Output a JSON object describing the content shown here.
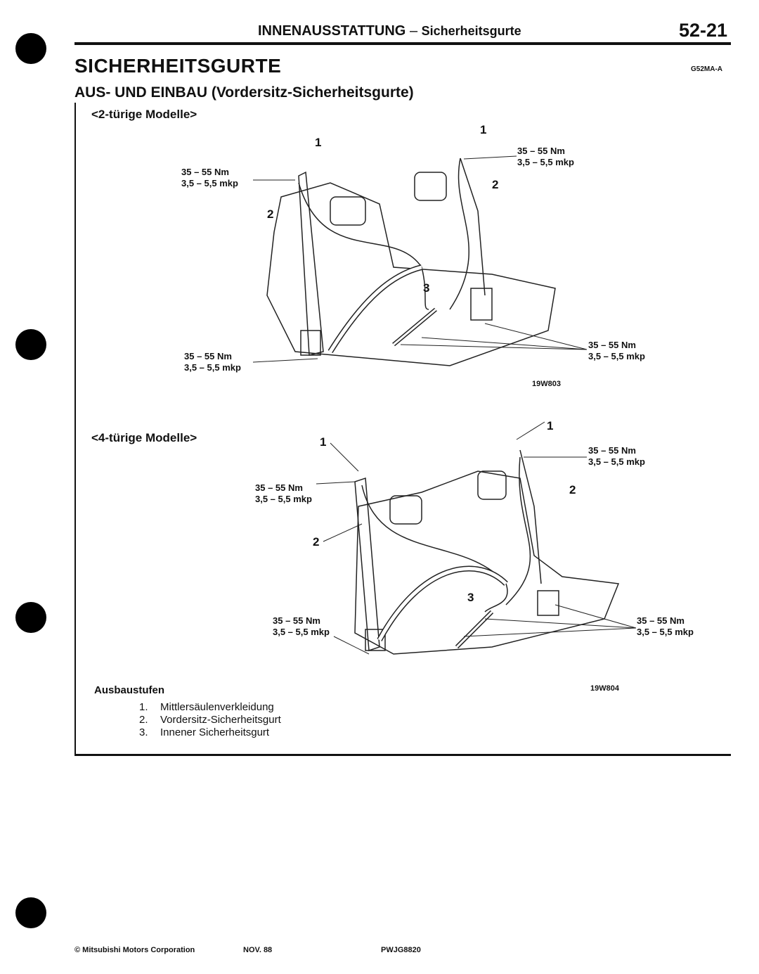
{
  "header": {
    "section": "INNENAUSSTATTUNG",
    "dash": "–",
    "subsection": "Sicherheitsgurte",
    "page_number": "52-21"
  },
  "title": "SICHERHEITSGURTE",
  "code": "G52MA-A",
  "subtitle": "AUS- UND EINBAU (Vordersitz-Sicherheitsgurte)",
  "figures": [
    {
      "label": "<2-türige Modelle>",
      "figure_id": "19W803",
      "callouts": [
        "1",
        "1",
        "2",
        "2",
        "3"
      ],
      "torque": [
        {
          "nm": "35 – 55 Nm",
          "mkp": "3,5 – 5,5 mkp"
        },
        {
          "nm": "35 – 55 Nm",
          "mkp": "3,5 – 5,5 mkp"
        },
        {
          "nm": "35 – 55 Nm",
          "mkp": "3,5 – 5,5 mkp"
        },
        {
          "nm": "35 – 55 Nm",
          "mkp": "3,5 – 5,5 mkp"
        }
      ]
    },
    {
      "label": "<4-türige Modelle>",
      "figure_id": "19W804",
      "callouts": [
        "1",
        "1",
        "2",
        "2",
        "3"
      ],
      "torque": [
        {
          "nm": "35 – 55 Nm",
          "mkp": "3,5 – 5,5 mkp"
        },
        {
          "nm": "35 – 55 Nm",
          "mkp": "3,5 – 5,5 mkp"
        },
        {
          "nm": "35 – 55 Nm",
          "mkp": "3,5 – 5,5 mkp"
        },
        {
          "nm": "35 – 55 Nm",
          "mkp": "3,5 – 5,5 mkp"
        }
      ]
    }
  ],
  "steps": {
    "heading": "Ausbaustufen",
    "items": [
      {
        "n": "1.",
        "text": "Mittlersäulenverkleidung"
      },
      {
        "n": "2.",
        "text": "Vordersitz-Sicherheitsgurt"
      },
      {
        "n": "3.",
        "text": "Innener Sicherheitsgurt"
      }
    ]
  },
  "footer": {
    "copyright": "© Mitsubishi Motors Corporation",
    "date": "NOV. 88",
    "doc_code": "PWJG8820"
  }
}
